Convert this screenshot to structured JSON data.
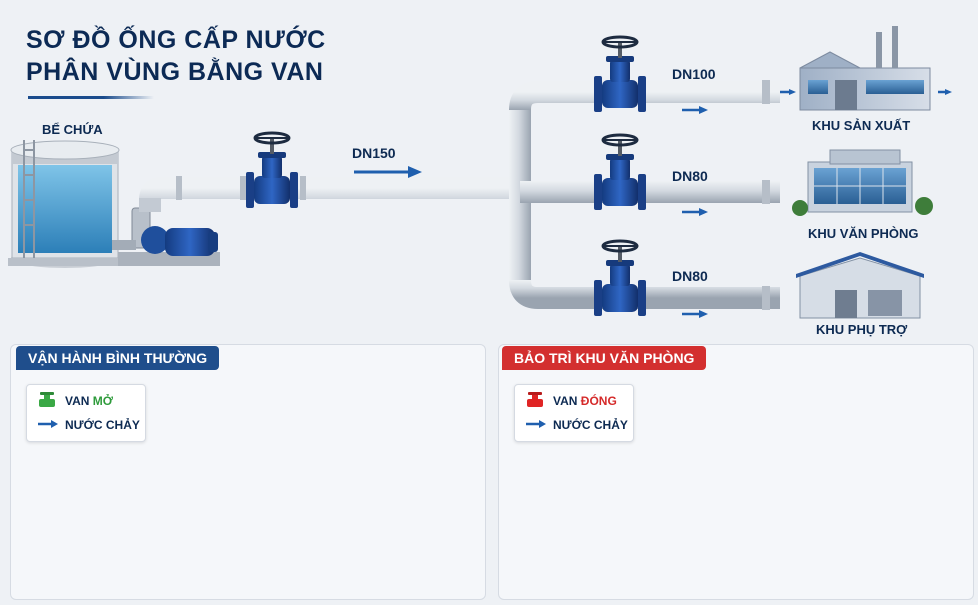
{
  "title": {
    "line1": "SƠ ĐỒ ỐNG CẤP NƯỚC",
    "line2": "PHÂN VÙNG BẰNG VAN"
  },
  "main_diagram": {
    "tank_label": "BỂ CHỨA",
    "main_pipe_label": "DN150",
    "branches": [
      {
        "pipe_label": "DN100",
        "zone_label": "KHU SẢN XUẤT",
        "building": "factory-icon"
      },
      {
        "pipe_label": "DN80",
        "zone_label": "KHU VĂN PHÒNG",
        "building": "office-building-icon"
      },
      {
        "pipe_label": "DN80",
        "zone_label": "KHU PHỤ TRỢ",
        "building": "warehouse-icon"
      }
    ]
  },
  "panels": {
    "normal": {
      "title": "VẬN HÀNH BÌNH THƯỜNG",
      "title_color": "#1f4e8c",
      "legend": {
        "valve_prefix": "VAN",
        "valve_state": "MỞ",
        "flow_label": "NƯỚC CHẢY"
      }
    },
    "maintenance": {
      "title": "BẢO TRÌ KHU VĂN PHÒNG",
      "title_color": "#d32f2f",
      "legend": {
        "valve_prefix": "VAN",
        "valve_state": "ĐÓNG",
        "flow_label": "NƯỚC CHẢY"
      }
    }
  },
  "colors": {
    "pipe": "#c8ced6",
    "valve": "#1e4fa3",
    "flow_arrow": "#1f5fae",
    "open_indicator": "#3aa845",
    "closed_indicator": "#e02424"
  }
}
